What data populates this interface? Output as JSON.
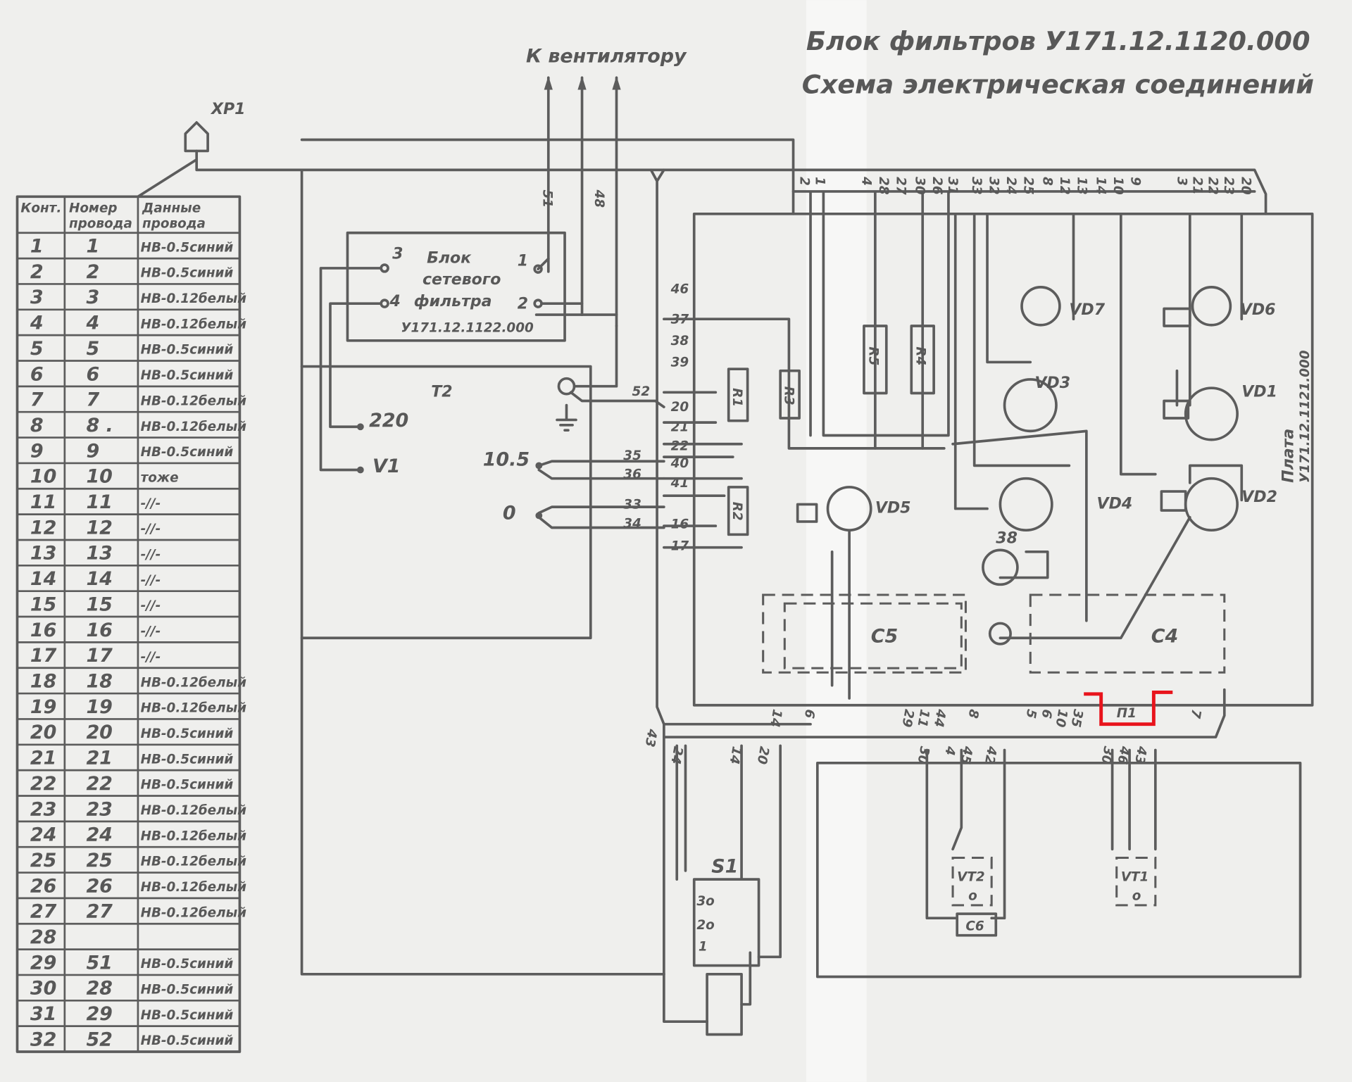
{
  "title": {
    "line1": "Блок  фильтров  У171.12.1120.000",
    "line2": "Схема  электрическая  соединений"
  },
  "fan_label": "К вентилятору",
  "connector_label": "XP1",
  "table": {
    "headers": [
      [
        "Конт."
      ],
      [
        "Номер",
        "провода"
      ],
      [
        "Данные",
        "провода"
      ]
    ],
    "rows": [
      [
        "1",
        "1",
        "НВ-0.5синий"
      ],
      [
        "2",
        "2",
        "НВ-0.5синий"
      ],
      [
        "3",
        "3",
        "НВ-0.12белый"
      ],
      [
        "4",
        "4",
        "НВ-0.12белый"
      ],
      [
        "5",
        "5",
        "НВ-0.5синий"
      ],
      [
        "6",
        "6",
        "НВ-0.5синий"
      ],
      [
        "7",
        "7",
        "НВ-0.12белый"
      ],
      [
        "8",
        "8 .",
        "НВ-0.12белый"
      ],
      [
        "9",
        "9",
        "НВ-0.5синий"
      ],
      [
        "10",
        "10",
        "тоже"
      ],
      [
        "11",
        "11",
        "-//-"
      ],
      [
        "12",
        "12",
        "-//-"
      ],
      [
        "13",
        "13",
        "-//-"
      ],
      [
        "14",
        "14",
        "-//-"
      ],
      [
        "15",
        "15",
        "-//-"
      ],
      [
        "16",
        "16",
        "-//-"
      ],
      [
        "17",
        "17",
        "-//-"
      ],
      [
        "18",
        "18",
        "НВ-0.12белый"
      ],
      [
        "19",
        "19",
        "НВ-0.12белый"
      ],
      [
        "20",
        "20",
        "НВ-0.5синий"
      ],
      [
        "21",
        "21",
        "НВ-0.5синий"
      ],
      [
        "22",
        "22",
        "НВ-0.5синий"
      ],
      [
        "23",
        "23",
        "НВ-0.12белый"
      ],
      [
        "24",
        "24",
        "НВ-0.12белый"
      ],
      [
        "25",
        "25",
        "НВ-0.12белый"
      ],
      [
        "26",
        "26",
        "НВ-0.12белый"
      ],
      [
        "27",
        "27",
        "НВ-0.12белый"
      ],
      [
        "28",
        "",
        ""
      ],
      [
        "29",
        "51",
        "НВ-0.5синий"
      ],
      [
        "30",
        "28",
        "НВ-0.5синий"
      ],
      [
        "31",
        "29",
        "НВ-0.5синий"
      ],
      [
        "32",
        "52",
        "НВ-0.5синий"
      ]
    ]
  },
  "filter_block": {
    "name_lines": [
      "Блок",
      "сетевого",
      "фильтра"
    ],
    "code": "У171.12.1122.000",
    "pins": {
      "p1": "1",
      "p2": "2",
      "p3": "3",
      "p4": "4"
    }
  },
  "transformer": {
    "name": "T2",
    "taps": {
      "t220": "220",
      "v1": "V1",
      "t10_5": "10.5",
      "t0": "0"
    }
  },
  "board": {
    "name": "Плата",
    "code": "У171.12.1121.000"
  },
  "frame_wires": {
    "w51": "51",
    "w48": "48"
  },
  "t2_wires": [
    "46",
    "37",
    "38",
    "39",
    "52",
    "20",
    "21",
    "22",
    "40",
    "41",
    "35",
    "36",
    "33",
    "34",
    "16",
    "17"
  ],
  "board_top_wires": [
    "2",
    "1",
    "4",
    "28",
    "27",
    "30",
    "26",
    "31",
    "33",
    "32",
    "24",
    "25",
    "8",
    "12",
    "13",
    "14",
    "10",
    "9",
    "3",
    "21",
    "22",
    "23",
    "20"
  ],
  "resistors": {
    "r1": "R1",
    "r2": "R2",
    "r3": "R3",
    "r4": "R4",
    "r5": "R5"
  },
  "diodes": {
    "vd1": "VD1",
    "vd2": "VD2",
    "vd3": "VD3",
    "vd4": "VD4",
    "vd5": "VD5",
    "vd6": "VD6",
    "vd7": "VD7",
    "v38": "38"
  },
  "capacitors": {
    "c4": "C4",
    "c5": "C5",
    "c6": "C6"
  },
  "transistors": {
    "vt1": "VT1",
    "vt2": "VT2",
    "vt_pin": "o"
  },
  "switch": {
    "name": "S1",
    "pins": {
      "p3": "3o",
      "p2": "2o",
      "p1": "1"
    }
  },
  "jumper_label": "П1",
  "board_bottom_wires": [
    "14",
    "6",
    "29",
    "11",
    "44",
    "8",
    "5",
    "6",
    "10",
    "35",
    "7"
  ],
  "lower_bus_wires": [
    "43",
    "24",
    "14",
    "20",
    "30",
    "4",
    "45",
    "42",
    "30",
    "46",
    "43"
  ],
  "colors": {
    "ink": "#5c5c5c",
    "paper": "#efefed",
    "jumper": "#e8141c"
  }
}
